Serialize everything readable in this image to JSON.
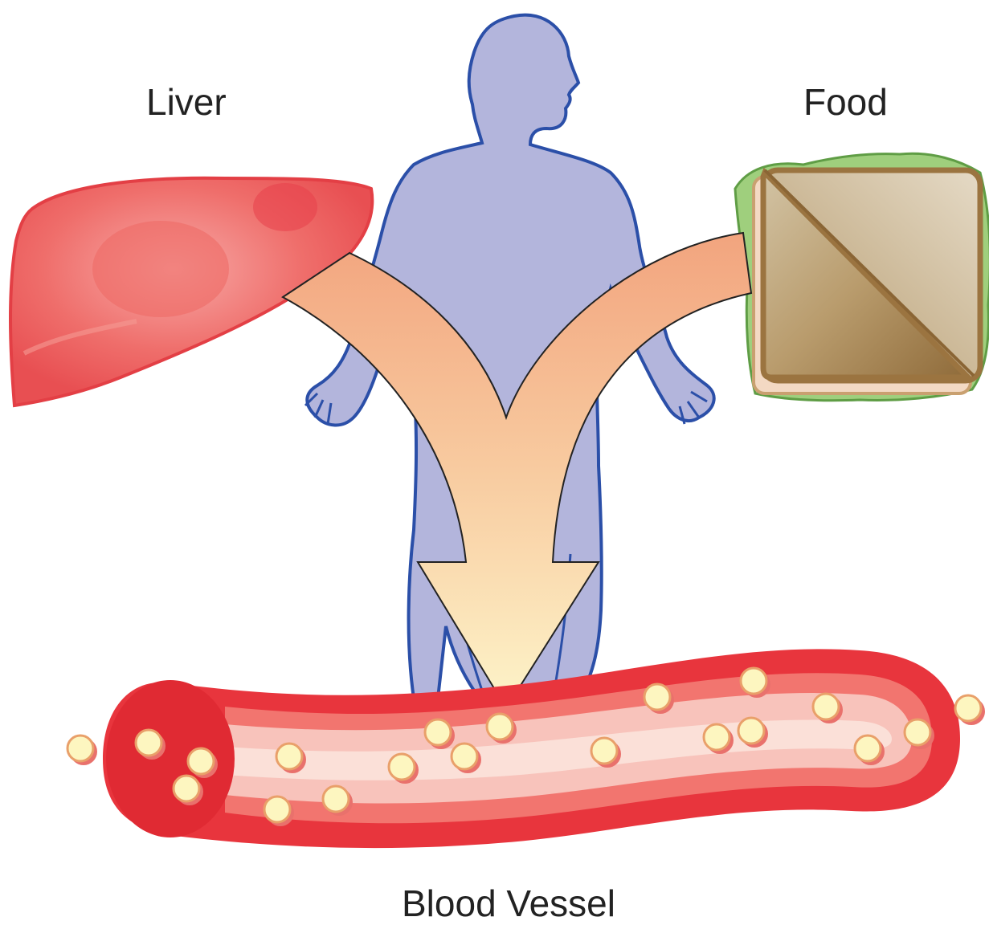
{
  "labels": {
    "liver": "Liver",
    "food": "Food",
    "blood_vessel": "Blood Vessel"
  },
  "colors": {
    "body": "#b3b5dc",
    "body_outline": "#2b4fa8",
    "liver": "#ec5a5a",
    "vessel_outer": "#e8353d",
    "vessel_inner": "#f8c3bb",
    "arrow_top": "#f2a47e",
    "arrow_bottom": "#fdf4c9",
    "bread": "#a88657",
    "lettuce": "#9fcf7d",
    "particle": "#fdf6c0"
  },
  "icons": [
    "human-silhouette-icon",
    "liver-icon",
    "sandwich-icon",
    "blood-vessel-icon",
    "arrow-icon"
  ]
}
